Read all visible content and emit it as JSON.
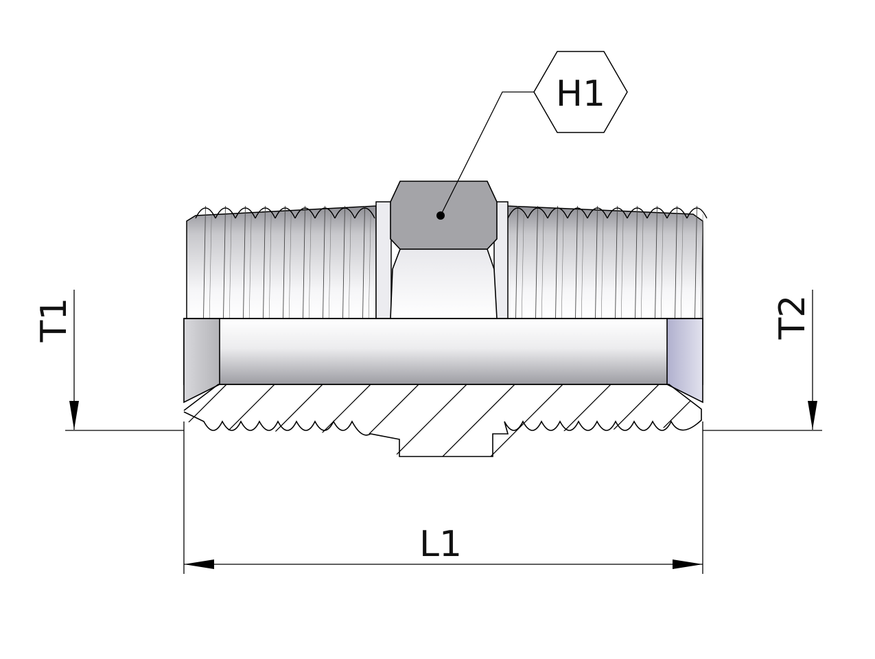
{
  "labels": {
    "hex_size": "H1",
    "thread_1": "T1",
    "thread_2": "T2",
    "length": "L1"
  },
  "colors": {
    "line": "#000000",
    "metal_light": "#f4f4f6",
    "metal_mid": "#c4c4c8",
    "metal_dark": "#8e8e94",
    "hex_fill": "#a4a4a8",
    "bore_end_left": "#c8c8cc",
    "bore_end_right": "#ccccde"
  }
}
